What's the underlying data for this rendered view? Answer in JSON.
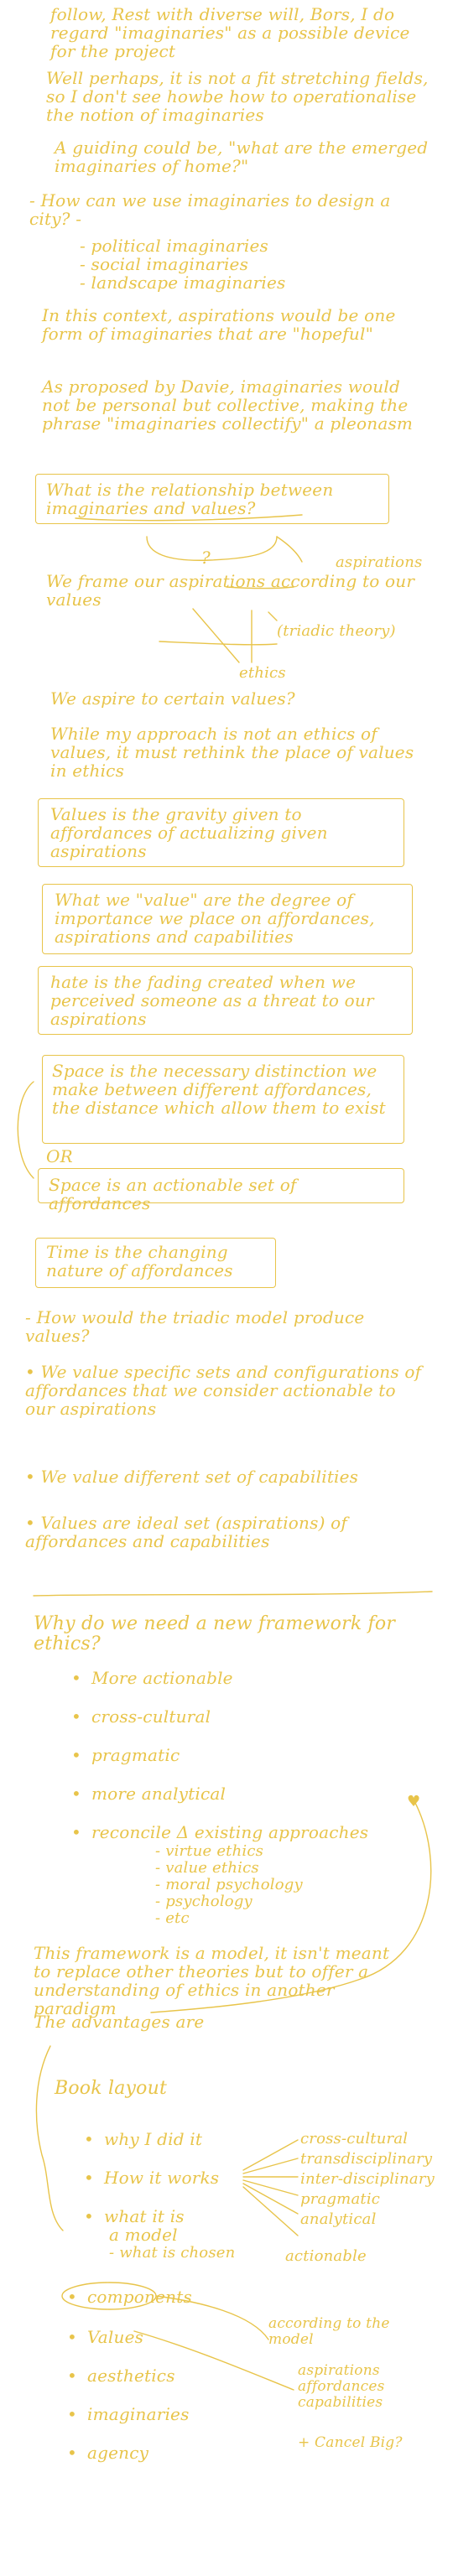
{
  "para1": "follow, Rest with diverse will, Bors, I do regard \"imaginaries\" as a possible device for the project",
  "para2": "Well perhaps, it is not a fit stretching fields, so I don't see howbe how to operationalise the notion of imaginaries",
  "para3": "A guiding could be, \"what are the emerged imaginaries of home?\"",
  "para4": "- How can we use imaginaries to design a city? -",
  "list1": [
    "- political imaginaries",
    "- social imaginaries",
    "- landscape imaginaries"
  ],
  "para5": "In this context, aspirations would be one form of imaginaries that are \"hopeful\"",
  "para6": "As proposed by Davie, imaginaries would not be personal but collective, making the phrase \"imaginaries collectify\" a pleonasm",
  "box1": "What is the relationship between imaginaries and values?",
  "q_mark": "?",
  "aspirations_lbl": "aspirations",
  "para7": "We frame our aspirations according to our values",
  "triadic": "(triadic theory)",
  "ethics_lbl": "ethics",
  "para8": "We aspire to certain values?",
  "para9": "While my approach is not an ethics of values, it must rethink the place of values in ethics",
  "box2": "Values is the gravity given to affordances of actualizing given aspirations",
  "box3": "What we \"value\" are the degree of importance we place on affordances, aspirations and capabilities",
  "box4": "hate is the fading created when we perceived someone as a threat to our aspirations",
  "box5": "Space is the necessary distinction we make between different affordances, the distance which allow them to exist",
  "or_lbl": "OR",
  "box6": "Space is an actionable set of affordances",
  "box7": "Time is the changing nature of affordances",
  "para10": "- How would the triadic model produce values?",
  "para11": "• We value specific sets and configurations of affordances that we consider actionable to our aspirations",
  "para12": "• We value different set of capabilities",
  "para13": "• Values are ideal set (aspirations) of affordances and capabilities",
  "para14": "Why do we need a new framework for ethics?",
  "list2": [
    "More actionable",
    "cross-cultural",
    "pragmatic",
    "more analytical",
    "reconcile Δ existing approaches"
  ],
  "list2_sub": [
    "- virtue ethics",
    "- value ethics",
    "- moral psychology",
    "- psychology",
    "- etc"
  ],
  "para15": "This framework is a model, it isn't meant to replace other theories but to offer a understanding of ethics in another paradigm",
  "para16": "The advantages are",
  "book_title": "Book layout",
  "book_items": [
    "why I did it",
    "How it works",
    "what it is",
    "a model",
    "- what is chosen",
    "components",
    "Values",
    "aesthetics",
    "imaginaries",
    "agency"
  ],
  "right_items": [
    "cross-cultural",
    "transdisciplinary",
    "inter-disciplinary",
    "pragmatic",
    "analytical",
    "actionable"
  ],
  "right_lower": [
    "according to the model",
    "aspirations affordances capabilities",
    "+ Cancel Big?"
  ]
}
